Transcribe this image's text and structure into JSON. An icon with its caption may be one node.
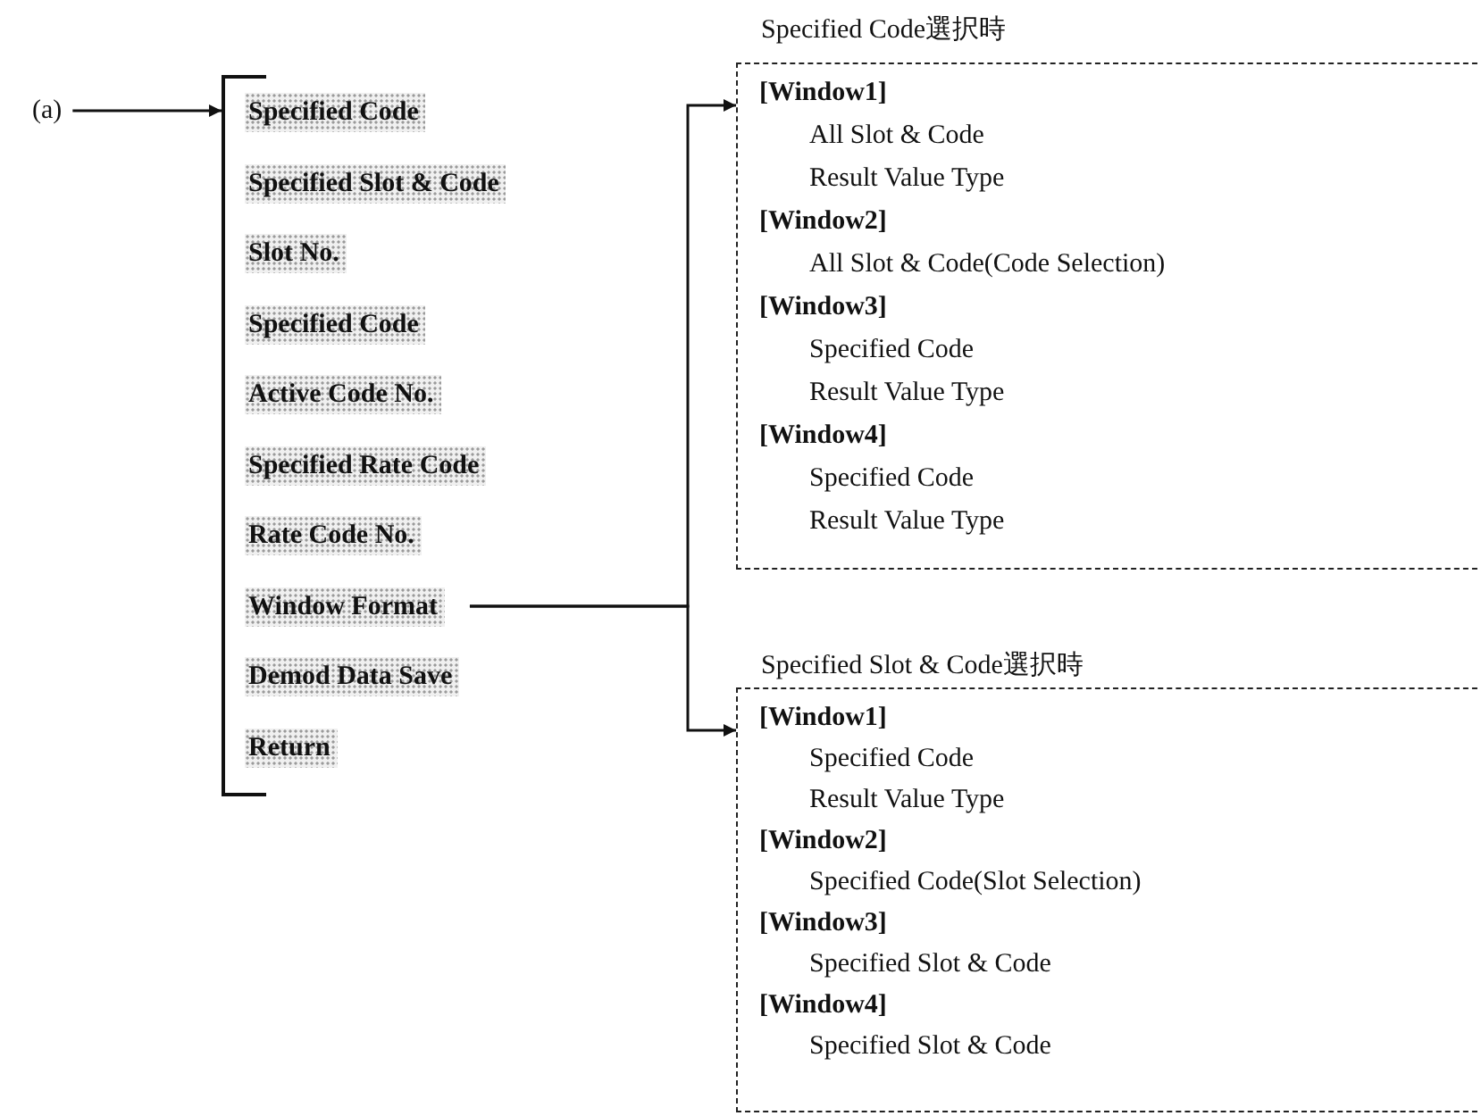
{
  "diagram": {
    "nodes": [
      {
        "text": [
          "(a)"
        ]
      },
      {
        "text": [],
        "shape": "bracket"
      },
      {
        "text": [
          "Specified Code"
        ],
        "in": 1
      },
      {
        "text": [
          "Specified Slot & Code"
        ],
        "in": 1
      },
      {
        "text": [
          "Slot No."
        ],
        "in": 1
      },
      {
        "text": [
          "Specified Code"
        ],
        "in": 1
      },
      {
        "text": [
          "Active Code No."
        ],
        "in": 1
      },
      {
        "text": [
          "Specified Rate Code"
        ],
        "in": 1
      },
      {
        "text": [
          "Rate Code No."
        ],
        "in": 1
      },
      {
        "text": [
          "Window Format"
        ],
        "in": 1
      },
      {
        "text": [
          "Demod Data Save"
        ],
        "in": 1
      },
      {
        "text": [
          "Return"
        ],
        "in": 1
      },
      {
        "text": [
          "Specified Code選択時",
          "**[Window1]**",
          "All Slot & Code",
          "Result Value Type",
          "**[Window2]**",
          "All Slot & Code(Code Selection)",
          "**[Window3]**",
          "Specified Code",
          "Result Value Type",
          "**[Window4]**",
          "Specified Code",
          "Result Value Type"
        ]
      },
      {
        "text": [
          "Specified Slot & Code選択時",
          "**[Window1]**",
          "Specified Code",
          "Result Value Type",
          "**[Window2]**",
          "Specified Code(Slot Selection)",
          "**[Window3]**",
          "Specified Slot & Code",
          "**[Window4]**",
          "Specified Slot & Code"
        ]
      }
    ],
    "edges": [
      {
        "from": 0,
        "to": 1,
        "arrow": "to"
      },
      {
        "from": 9,
        "to": 12,
        "arrow": "to"
      },
      {
        "from": 9,
        "to": 13,
        "arrow": "to"
      }
    ]
  }
}
